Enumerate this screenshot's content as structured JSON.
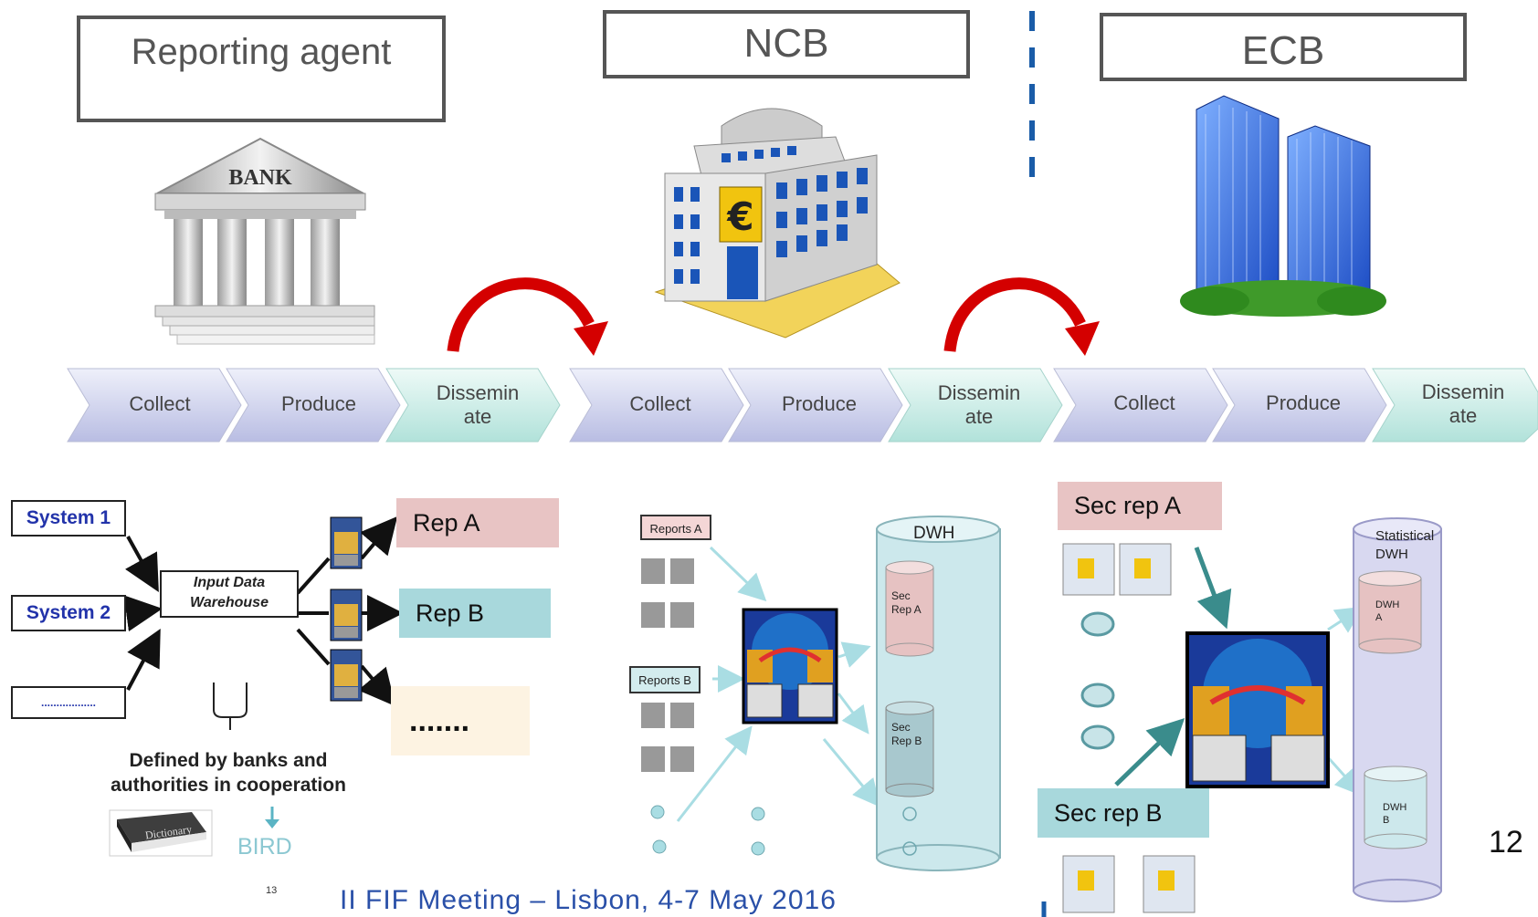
{
  "headers": {
    "reporting_agent": "Reporting agent",
    "ncb": "NCB",
    "ecb": "ECB"
  },
  "bank_sign": "BANK",
  "process_steps": [
    {
      "line1": "Collect",
      "line2": ""
    },
    {
      "line1": "Produce",
      "line2": ""
    },
    {
      "line1": "Dissemin",
      "line2": "ate"
    },
    {
      "line1": "Collect",
      "line2": ""
    },
    {
      "line1": "Produce",
      "line2": ""
    },
    {
      "line1": "Dissemin",
      "line2": "ate"
    },
    {
      "line1": "Collect",
      "line2": ""
    },
    {
      "line1": "Produce",
      "line2": ""
    },
    {
      "line1": "Dissemin",
      "line2": "ate"
    }
  ],
  "left_panel": {
    "system1": "System 1",
    "system2": "System 2",
    "system_more": "..................",
    "input_dwh_line1": "Input Data",
    "input_dwh_line2": "Warehouse",
    "rep_a": "Rep A",
    "rep_b": "Rep B",
    "rep_more": ".......",
    "defined_line1": "Defined by banks and",
    "defined_line2": "authorities in cooperation",
    "dictionary": "Dictionary",
    "bird": "BIRD",
    "page_small": "13"
  },
  "middle_panel": {
    "reports_a": "Reports A",
    "reports_b": "Reports B",
    "dwh": "DWH",
    "sec_rep_a": "Sec Rep A",
    "sec_rep_b": "Sec Rep B"
  },
  "right_panel": {
    "sec_rep_a": "Sec rep A",
    "sec_rep_b": "Sec rep B",
    "stat_dwh_line1": "Statistical",
    "stat_dwh_line2": "DWH",
    "dwh_a": "DWH A",
    "dwh_b": "DWH B"
  },
  "footer": "II FIF Meeting – Lisbon, 4-7 May 2016",
  "slide_number": "12",
  "colors": {
    "chevron_lavender": "#cdd0ec",
    "chevron_aqua": "#c6ece6",
    "arrow_red": "#d40000",
    "tag_pink": "#e8c4c4",
    "tag_teal": "#a8d8dc",
    "cylinder_teal": "#cce8ec",
    "cylinder_lavender": "#d8d8f0",
    "divider_blue": "#1a5ca8",
    "footer_blue": "#2a50a8"
  }
}
